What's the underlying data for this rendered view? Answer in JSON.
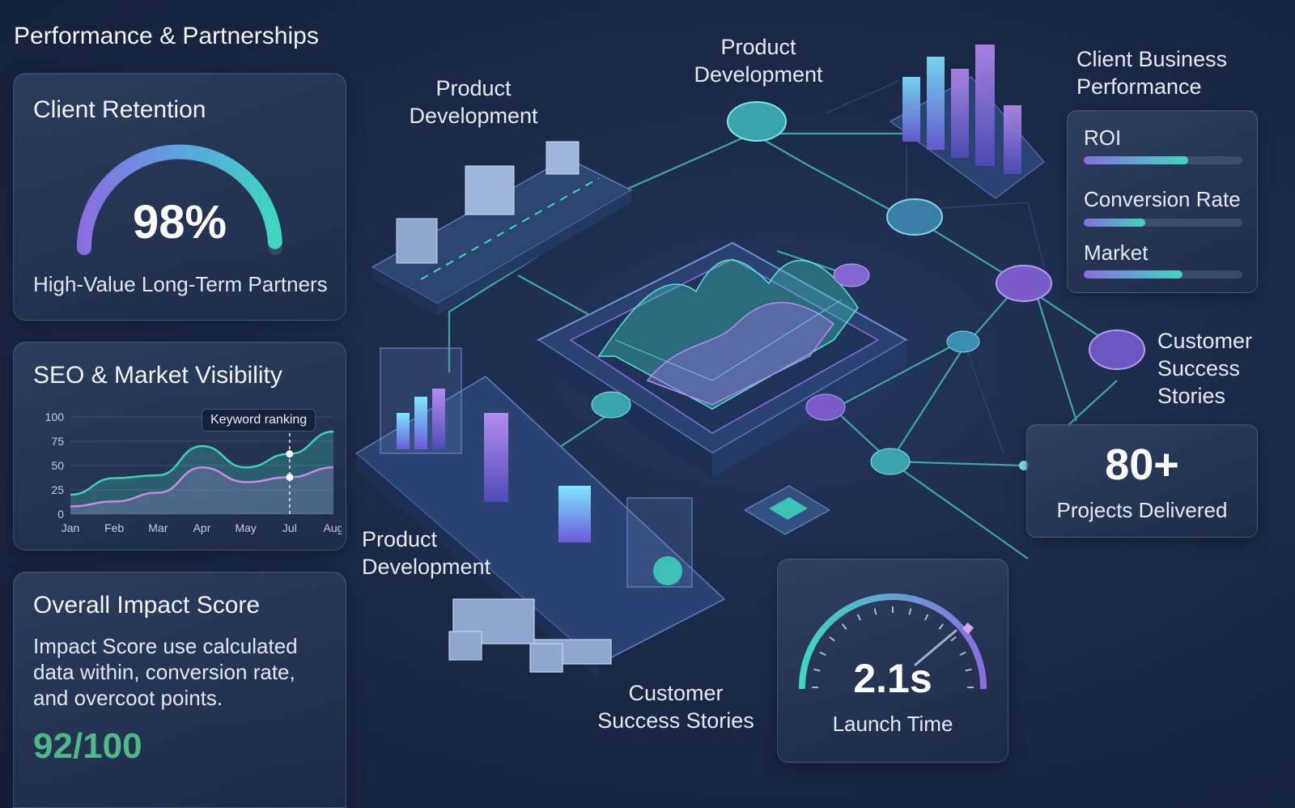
{
  "page_title": "Performance & Partnerships",
  "client_retention": {
    "title": "Client Retention",
    "percent": 98,
    "value_label": "98%",
    "subtitle": "High-Value Long-Term Partners"
  },
  "seo": {
    "title": "SEO & Market Visibility",
    "tooltip": "Keyword ranking"
  },
  "chart_data": {
    "type": "area",
    "categories": [
      "Jan",
      "Feb",
      "Mar",
      "Apr",
      "May",
      "Jul",
      "Aug"
    ],
    "yticks": [
      "100",
      "75",
      "50",
      "25",
      "0"
    ],
    "ylim": [
      0,
      100
    ],
    "grid": true,
    "series": [
      {
        "values": [
          20,
          37,
          40,
          70,
          48,
          62,
          85
        ],
        "color": "#3fd1b8"
      },
      {
        "values": [
          8,
          13,
          22,
          48,
          33,
          38,
          48
        ],
        "color": "#c58be8"
      }
    ],
    "highlight_index": 5
  },
  "impact": {
    "title": "Overall Impact Score",
    "description_lines": [
      "Impact Score use calculated",
      "data within, conversion rate,",
      "and overcoot points."
    ],
    "score": "92/100"
  },
  "labels": {
    "product_dev_1": [
      "Product",
      "Development"
    ],
    "product_dev_2": [
      "Product",
      "Development"
    ],
    "product_dev_3": [
      "Product",
      "Development"
    ],
    "customer_stories_right": [
      "Customer",
      "Success",
      "Stories"
    ],
    "customer_stories_bottom": [
      "Customer",
      "Success Stories"
    ]
  },
  "client_business": {
    "title_lines": [
      "Client Business",
      "Performance"
    ],
    "metrics": [
      {
        "label": "ROI",
        "fraction": 0.66
      },
      {
        "label": "Conversion Rate",
        "fraction": 0.39
      },
      {
        "label": "Market",
        "fraction": 0.62
      }
    ]
  },
  "projects": {
    "value": "80+",
    "label": "Projects Delivered"
  },
  "launch": {
    "value": "2.1s",
    "label": "Launch Time"
  },
  "colors": {
    "teal": "#3fd6c0",
    "purple": "#8a6ee0",
    "score_green": "#4fb88a"
  }
}
